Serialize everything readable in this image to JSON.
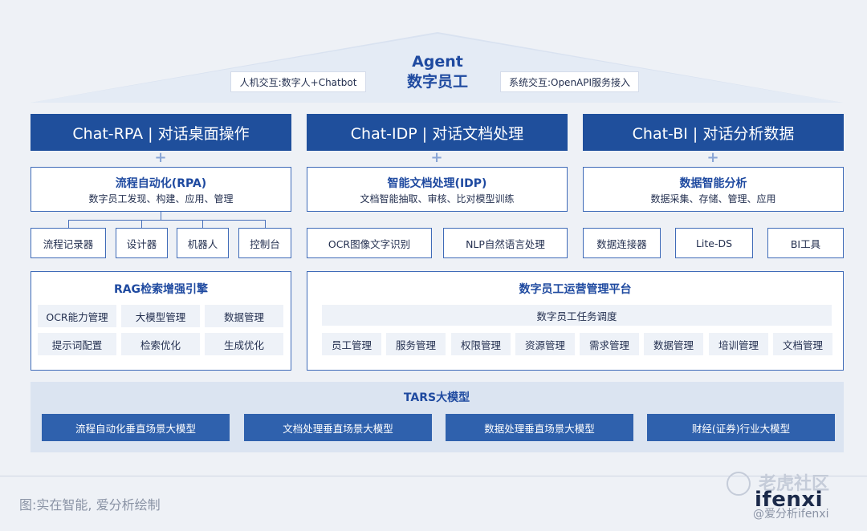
{
  "agent": {
    "title": "Agent",
    "subtitle": "数字员工",
    "left_chip": "人机交互:数字人+Chatbot",
    "right_chip": "系统交互:OpenAPI服务接入"
  },
  "pillars": [
    {
      "header": "Chat-RPA | 对话桌面操作",
      "panel_title": "流程自动化(RPA)",
      "panel_sub": "数字员工发现、构建、应用、管理",
      "items": [
        "流程记录器",
        "设计器",
        "机器人",
        "控制台"
      ]
    },
    {
      "header": "Chat-IDP | 对话文档处理",
      "panel_title": "智能文档处理(IDP)",
      "panel_sub": "文档智能抽取、审核、比对模型训练",
      "items": [
        "OCR图像文字识别",
        "NLP自然语言处理"
      ]
    },
    {
      "header": "Chat-BI | 对话分析数据",
      "panel_title": "数据智能分析",
      "panel_sub": "数据采集、存储、管理、应用",
      "items": [
        "数据连接器",
        "Lite-DS",
        "BI工具"
      ]
    }
  ],
  "rag": {
    "title": "RAG检索增强引擎",
    "items": [
      "OCR能力管理",
      "大模型管理",
      "数据管理",
      "提示词配置",
      "检索优化",
      "生成优化"
    ]
  },
  "ops": {
    "title": "数字员工运营管理平台",
    "bar": "数字员工任务调度",
    "items": [
      "员工管理",
      "服务管理",
      "权限管理",
      "资源管理",
      "需求管理",
      "数据管理",
      "培训管理",
      "文档管理"
    ]
  },
  "tars": {
    "title": "TARS大模型",
    "models": [
      "流程自动化垂直场景大模型",
      "文档处理垂直场景大模型",
      "数据处理垂直场景大模型",
      "财经(证券)行业大模型"
    ]
  },
  "footer": {
    "caption": "图:实在智能, 爱分析绘制",
    "watermark_top": "老虎社区",
    "watermark_brand": "ifenxi",
    "watermark_handle": "@爱分析ifenxi"
  },
  "colors": {
    "primary": "#1f4f9c",
    "accent": "#1f4aa0",
    "border": "#3f6bb8",
    "background": "#eef1f6"
  }
}
